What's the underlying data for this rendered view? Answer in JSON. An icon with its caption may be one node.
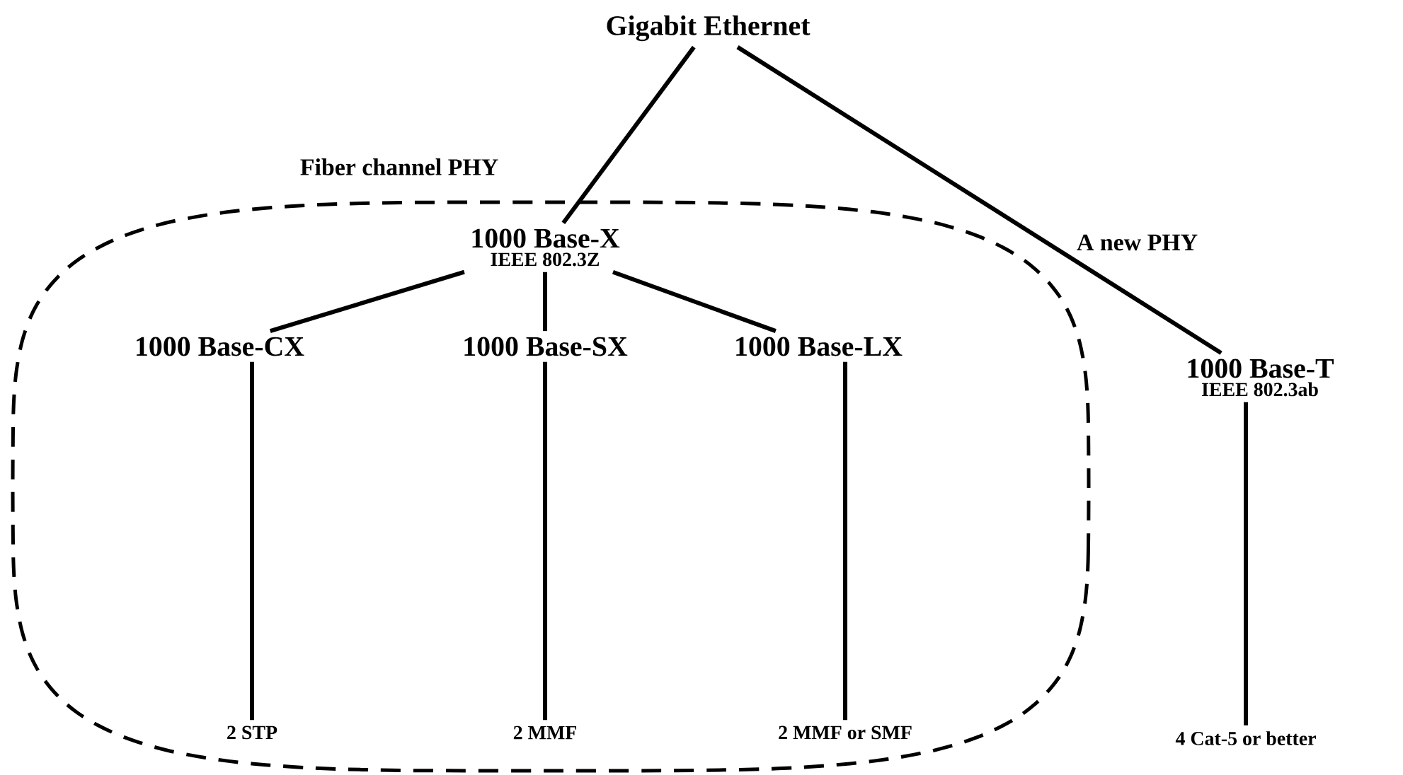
{
  "diagram": {
    "nodes": [
      {
        "text": [
          "Gigabit Ethernet"
        ]
      },
      {
        "text": [
          "Fiber channel PHY"
        ]
      },
      {
        "text": [
          "1000 Base-X",
          "IEEE 802.3Z"
        ],
        "in": 1
      },
      {
        "text": [
          "1000 Base-CX"
        ],
        "in": 1
      },
      {
        "text": [
          "1000 Base-SX"
        ],
        "in": 1
      },
      {
        "text": [
          "1000 Base-LX"
        ],
        "in": 1
      },
      {
        "text": [
          "2 STP"
        ],
        "in": 1
      },
      {
        "text": [
          "2 MMF"
        ],
        "in": 1
      },
      {
        "text": [
          "2 MMF or SMF"
        ],
        "in": 1
      },
      {
        "text": [
          "1000 Base-T",
          "IEEE 802.3ab"
        ]
      },
      {
        "text": [
          "4 Cat-5 or better"
        ]
      }
    ],
    "edges": [
      {
        "from": 0,
        "to": 2,
        "arrow": "none"
      },
      {
        "from": 0,
        "to": 9,
        "arrow": "none",
        "label": "A new PHY"
      },
      {
        "from": 2,
        "to": 3,
        "arrow": "none"
      },
      {
        "from": 2,
        "to": 4,
        "arrow": "none"
      },
      {
        "from": 2,
        "to": 5,
        "arrow": "none"
      },
      {
        "from": 3,
        "to": 6,
        "arrow": "none"
      },
      {
        "from": 4,
        "to": 7,
        "arrow": "none"
      },
      {
        "from": 5,
        "to": 8,
        "arrow": "none"
      },
      {
        "from": 9,
        "to": 10,
        "arrow": "none"
      }
    ]
  }
}
